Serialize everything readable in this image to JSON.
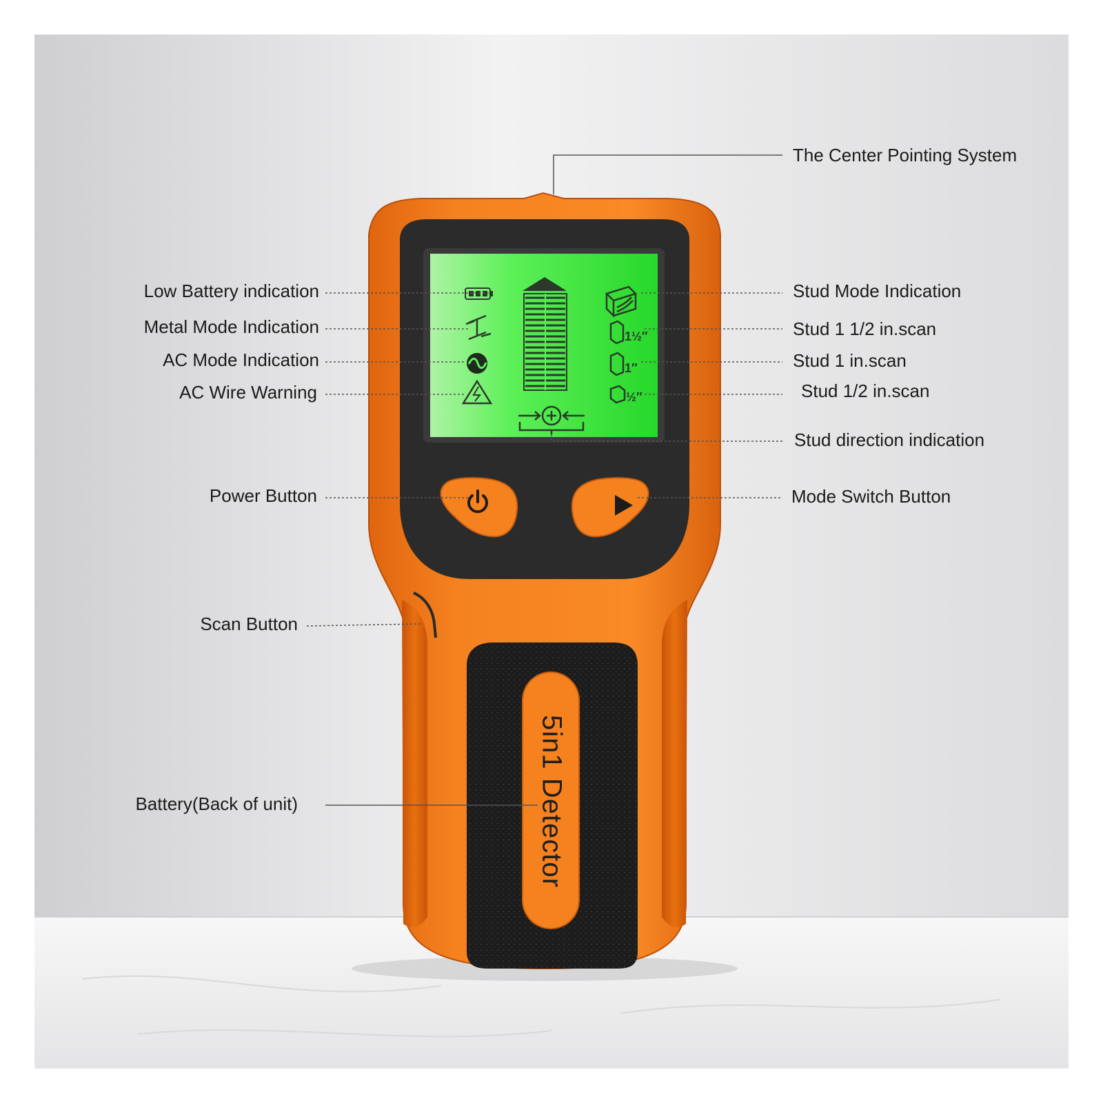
{
  "callouts": {
    "center_pointing": "The Center Pointing System",
    "low_battery": "Low Battery indication",
    "metal_mode": "Metal Mode Indication",
    "ac_mode": "AC Mode Indication",
    "ac_wire": "AC Wire Warning",
    "power_button": "Power Button",
    "scan_button": "Scan Button",
    "battery": "Battery(Back of unit)",
    "stud_mode": "Stud Mode Indication",
    "stud_1_5": "Stud 1 1/2 in.scan",
    "stud_1": "Stud 1 in.scan",
    "stud_0_5": "Stud 1/2 in.scan",
    "stud_direction": "Stud direction indication",
    "mode_switch": "Mode Switch Button"
  },
  "device": {
    "brand_text": "5in1  Detector",
    "lcd_marks": {
      "stud_1_5": "1½″",
      "stud_1": "1″",
      "stud_0_5": "½″"
    }
  },
  "colors": {
    "body_orange": "#f5821f",
    "dark_shell": "#2b2b2b",
    "lcd_green": "#3ee83c",
    "background": "#e9e9eb"
  },
  "icons": [
    "battery-icon",
    "i-beam-icon",
    "ac-wave-icon",
    "warning-triangle-icon",
    "wood-block-icon",
    "stud-icon",
    "crosshair-icon",
    "power-icon",
    "play-icon"
  ]
}
